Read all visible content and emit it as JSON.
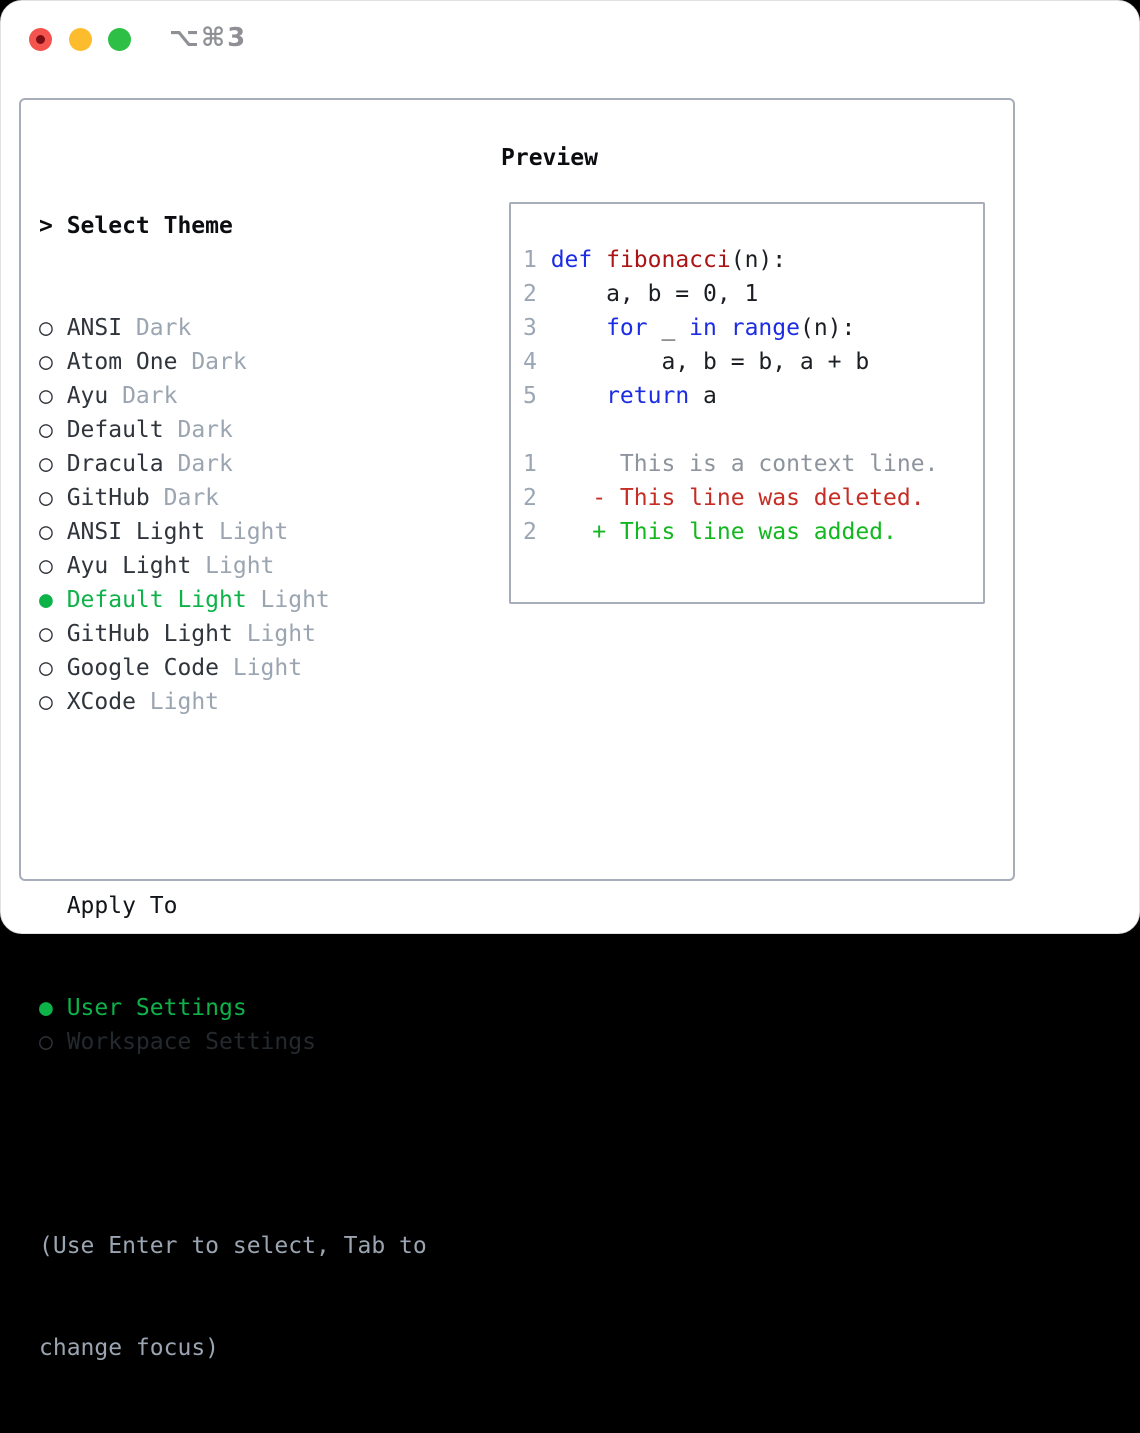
{
  "window": {
    "title": "⌥⌘3"
  },
  "theme_picker": {
    "prompt": ">",
    "title": "Select Theme",
    "themes": [
      {
        "marker": "○",
        "name": "ANSI",
        "variant": "Dark",
        "selected": false
      },
      {
        "marker": "○",
        "name": "Atom One",
        "variant": "Dark",
        "selected": false
      },
      {
        "marker": "○",
        "name": "Ayu",
        "variant": "Dark",
        "selected": false
      },
      {
        "marker": "○",
        "name": "Default",
        "variant": "Dark",
        "selected": false
      },
      {
        "marker": "○",
        "name": "Dracula",
        "variant": "Dark",
        "selected": false
      },
      {
        "marker": "○",
        "name": "GitHub",
        "variant": "Dark",
        "selected": false
      },
      {
        "marker": "○",
        "name": "ANSI Light",
        "variant": "Light",
        "selected": false
      },
      {
        "marker": "○",
        "name": "Ayu Light",
        "variant": "Light",
        "selected": false
      },
      {
        "marker": "●",
        "name": "Default Light",
        "variant": "Light",
        "selected": true
      },
      {
        "marker": "○",
        "name": "GitHub Light",
        "variant": "Light",
        "selected": false
      },
      {
        "marker": "○",
        "name": "Google Code",
        "variant": "Light",
        "selected": false
      },
      {
        "marker": "○",
        "name": "XCode",
        "variant": "Light",
        "selected": false
      }
    ],
    "apply_to": {
      "title": "Apply To",
      "options": [
        {
          "marker": "●",
          "label": "User Settings",
          "selected": true
        },
        {
          "marker": "○",
          "label": "Workspace Settings",
          "selected": false
        }
      ]
    },
    "hint_line1": "(Use Enter to select, Tab to",
    "hint_line2": "change focus)"
  },
  "preview": {
    "title": "Preview",
    "code_lines": [
      {
        "num": "1",
        "tokens": [
          {
            "t": "def",
            "c": "kw"
          },
          {
            "t": " ",
            "c": "pl"
          },
          {
            "t": "fibonacci",
            "c": "fn"
          },
          {
            "t": "(n):",
            "c": "pl"
          }
        ]
      },
      {
        "num": "2",
        "tokens": [
          {
            "t": "    a, b = 0, 1",
            "c": "pl"
          }
        ]
      },
      {
        "num": "3",
        "tokens": [
          {
            "t": "    ",
            "c": "pl"
          },
          {
            "t": "for",
            "c": "kw"
          },
          {
            "t": " _ ",
            "c": "pl"
          },
          {
            "t": "in",
            "c": "kw"
          },
          {
            "t": " ",
            "c": "pl"
          },
          {
            "t": "range",
            "c": "kw"
          },
          {
            "t": "(n):",
            "c": "pl"
          }
        ]
      },
      {
        "num": "4",
        "tokens": [
          {
            "t": "        a, b = b, a + b",
            "c": "pl"
          }
        ]
      },
      {
        "num": "5",
        "tokens": [
          {
            "t": "    ",
            "c": "pl"
          },
          {
            "t": "return",
            "c": "kw"
          },
          {
            "t": " a",
            "c": "pl"
          }
        ]
      },
      {
        "num": "",
        "tokens": []
      },
      {
        "num": "1",
        "tokens": [
          {
            "t": "     This is a context line.",
            "c": "ctx"
          }
        ]
      },
      {
        "num": "2",
        "tokens": [
          {
            "t": "   - This line was deleted.",
            "c": "del"
          }
        ]
      },
      {
        "num": "2",
        "tokens": [
          {
            "t": "   + This line was added.",
            "c": "add"
          }
        ]
      }
    ]
  },
  "colors": {
    "selection_green": "#0db249",
    "added_green": "#13b71f",
    "deleted_red": "#c52d25",
    "keyword_blue": "#1b2ce3",
    "function_red": "#aa1414",
    "muted_gray": "#9ba5b1",
    "border_gray": "#a7aeb9",
    "traffic_red": "#f4544d",
    "traffic_yellow": "#fdbc2e",
    "traffic_green": "#2ebf46"
  }
}
